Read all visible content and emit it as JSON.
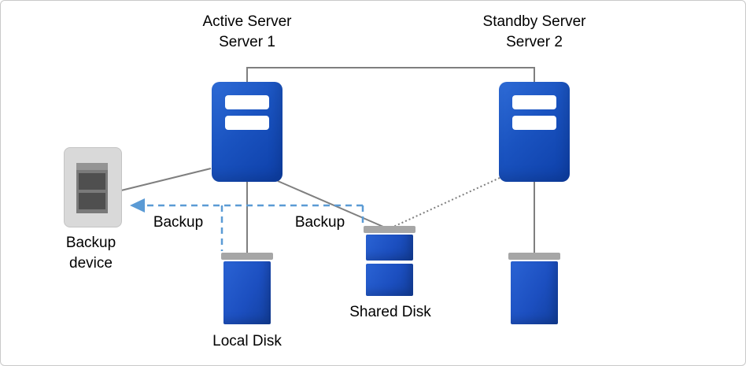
{
  "colors": {
    "server_blue_light": "#2e6bd6",
    "server_blue_dark": "#0d3fa8",
    "disk_blue_light": "#2a63d4",
    "disk_blue_dark": "#123f9e",
    "line_gray": "#7f7f7f",
    "backup_dash_blue": "#5b9bd5",
    "cap_gray": "#a6a6a6",
    "device_body_gray": "#d9d9d9",
    "text_black": "#000000"
  },
  "nodes": {
    "active_server": {
      "title": "Active Server",
      "subtitle": "Server 1"
    },
    "standby_server": {
      "title": "Standby Server",
      "subtitle": "Server 2"
    },
    "backup_device": {
      "label": "Backup device"
    },
    "local_disk": {
      "label": "Local Disk"
    },
    "shared_disk": {
      "label": "Shared Disk"
    }
  },
  "edges": {
    "backup_label_left": "Backup",
    "backup_label_right": "Backup"
  }
}
